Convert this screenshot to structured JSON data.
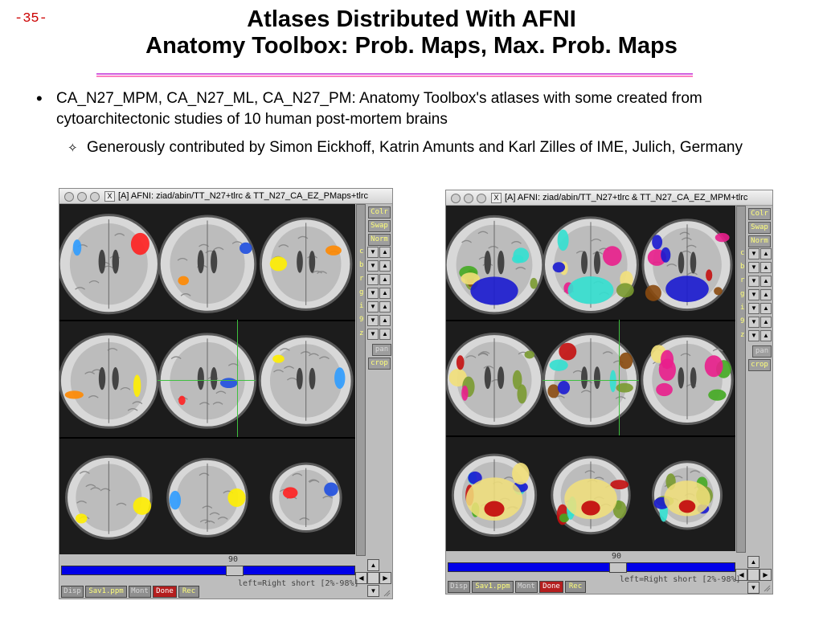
{
  "slide": {
    "number": "-35-",
    "title_line1": "Atlases Distributed With AFNI",
    "title_line2": "Anatomy Toolbox: Prob. Maps, Max. Prob. Maps",
    "bullet1": "CA_N27_MPM, CA_N27_ML, CA_N27_PM: Anatomy Toolbox's atlases with some created from cytoarchitectonic studies of 10 human post-mortem brains",
    "bullet2": "Generously contributed by Simon Eickhoff, Katrin Amunts and Karl Zilles of IME, Julich, Germany",
    "rule_colors": [
      "#d060e0",
      "#ff80c0"
    ]
  },
  "windows": [
    {
      "title": "[A] AFNI: ziad/abin/TT_N27+tlrc & TT_N27_CA_EZ_PMaps+tlrc",
      "right_buttons": [
        "Colr",
        "Swap",
        "Norm"
      ],
      "letters": [
        "c",
        "b",
        "r",
        "g",
        "i",
        "9",
        "z"
      ],
      "extra_buttons": [
        "pan",
        "crop"
      ],
      "slider_value": "90",
      "status": "left=Right short [2%-98%]",
      "bottom_buttons": [
        "Disp",
        "Sav1.ppm",
        "Mont",
        "Done",
        "Rec"
      ],
      "overlay_palette": [
        "#ff2020",
        "#ff8800",
        "#ffee00",
        "#2f9cff",
        "#1f4fe0"
      ]
    },
    {
      "title": "[A] AFNI: ziad/abin/TT_N27+tlrc & TT_N27_CA_EZ_MPM+tlrc",
      "right_buttons": [
        "Colr",
        "Swap",
        "Norm"
      ],
      "letters": [
        "c",
        "b",
        "r",
        "g",
        "i",
        "9",
        "z"
      ],
      "extra_buttons": [
        "pan",
        "crop"
      ],
      "slider_value": "90",
      "status": "left=Right short [2%-98%]",
      "bottom_buttons": [
        "Disp",
        "Sav1.ppm",
        "Mont",
        "Done",
        "Rec"
      ],
      "overlay_palette": [
        "#1a1ad0",
        "#33e0d0",
        "#e91e8c",
        "#7a9a30",
        "#f2e07a",
        "#c41010",
        "#8a4a10",
        "#44aa22"
      ]
    }
  ]
}
